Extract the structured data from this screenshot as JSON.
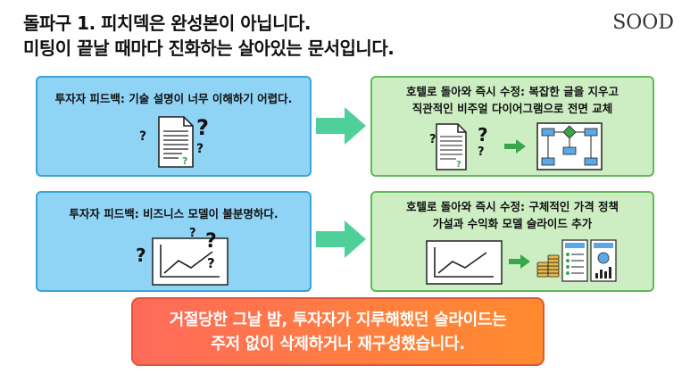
{
  "title": {
    "line1": "돌파구 1. 피치덱은 완성본이 아닙니다.",
    "line2": "미팅이 끝날 때마다 진화하는 살아있는 문서입니다."
  },
  "brand": "SOOD",
  "row1": {
    "feedback": "투자자 피드백: 기술 설명이 너무 이해하기 어렵다.",
    "fix_line1": "호텔로 돌아와 즉시 수정: 복잡한 글을 지우고",
    "fix_line2": "직관적인 비주얼 다이어그램으로 전면 교체"
  },
  "row2": {
    "feedback": "투자자 피드백: 비즈니스 모델이 불분명하다.",
    "fix_line1": "호텔로 돌아와 즉시 수정: 구체적인 가격 정책",
    "fix_line2": "가설과 수익화 모델 슬라이드 추가"
  },
  "banner": {
    "line1": "거절당한 그날 밤, 투자자가 지루해했던 슬라이드는",
    "line2": "주저 없이 삭제하거나 재구성했습니다."
  },
  "colors": {
    "feedback_card": "#8fd3f5",
    "fix_card": "#cdeec3",
    "arrow": "#4fcf9a",
    "banner": "#ff7043"
  },
  "icons": [
    "document-icon",
    "question-mark-icon",
    "flowchart-icon",
    "line-chart-icon",
    "coins-icon",
    "pricing-sheet-icon",
    "bar-chart-icon",
    "right-arrow-icon"
  ]
}
